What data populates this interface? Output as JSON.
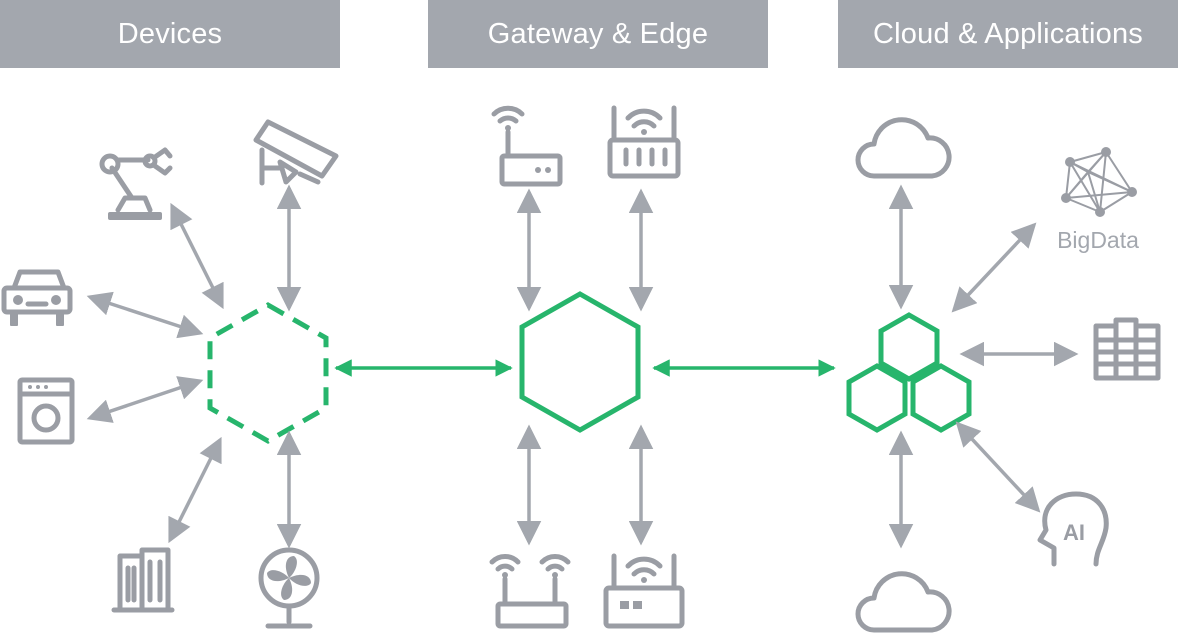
{
  "headers": {
    "devices": "Devices",
    "gateway": "Gateway & Edge",
    "cloud": "Cloud & Applications"
  },
  "labels": {
    "bigdata": "BigData",
    "ai": "AI"
  },
  "colors": {
    "header_bg": "#a3a7ae",
    "accent_green": "#27b56c",
    "icon_gray": "#9a9da4"
  },
  "icons": {
    "devices": [
      "robot-arm-icon",
      "security-camera-icon",
      "car-icon",
      "washing-machine-icon",
      "building-icon",
      "fan-icon"
    ],
    "gateway": [
      "wifi-router-single-antenna-icon",
      "wifi-router-ports-icon",
      "wifi-router-dual-antenna-icon",
      "wifi-router-box-icon"
    ],
    "cloud": [
      "cloud-top-icon",
      "bigdata-network-icon",
      "server-rack-icon",
      "ai-head-icon",
      "cloud-bottom-icon"
    ]
  }
}
